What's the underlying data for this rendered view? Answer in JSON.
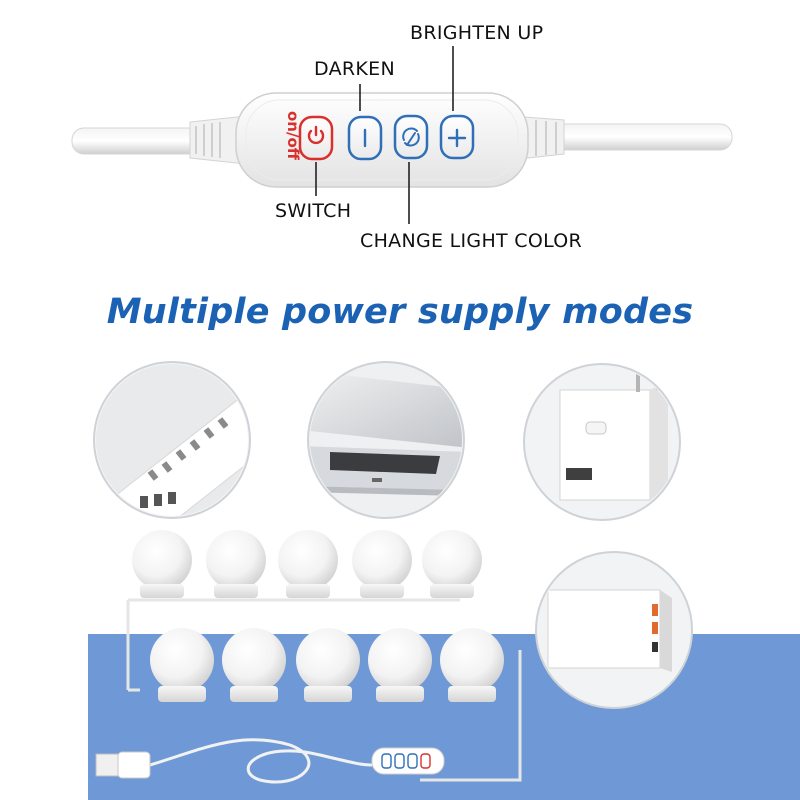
{
  "controller": {
    "onoff_label": "on/off"
  },
  "callouts": {
    "brighten": "BRIGHTEN UP",
    "darken": "DARKEN",
    "switch": "SWITCH",
    "color": "CHANGE LIGHT COLOR"
  },
  "heading": "Multiple power supply modes",
  "icons": {
    "power": "power-icon",
    "minus": "minus-icon",
    "color": "color-cycle-icon",
    "plus": "plus-icon"
  },
  "colors": {
    "heading": "#1b62b5",
    "power_button": "#d9302c",
    "button_outline": "#2f6fb8",
    "backdrop": "#6f99d6"
  }
}
